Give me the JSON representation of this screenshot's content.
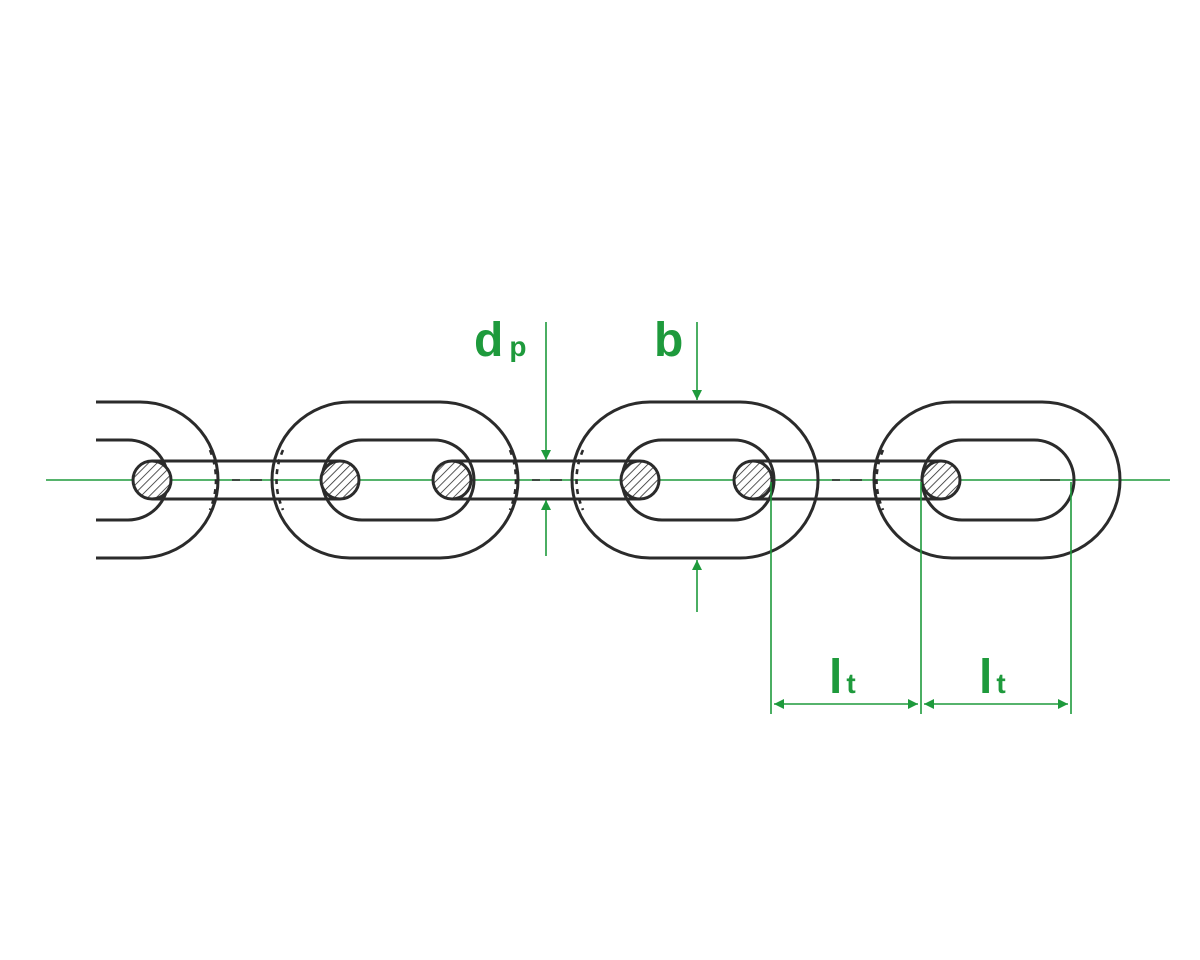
{
  "labels": {
    "d": "d",
    "d_sub": "p",
    "b": "b",
    "l1": "l",
    "l1_sub": "t",
    "l2": "l",
    "l2_sub": "t"
  },
  "colors": {
    "annotation": "#1e9a3c",
    "chain": "#2b2b2b",
    "background": "#ffffff"
  }
}
